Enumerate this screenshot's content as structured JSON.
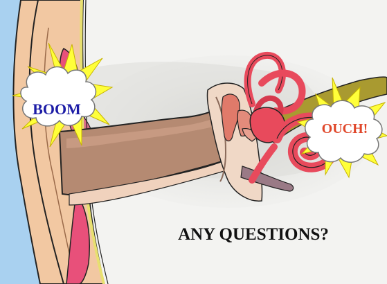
{
  "illustration": {
    "subject": "ear-anatomy-cartoon",
    "exclamation_left": "BOOM",
    "exclamation_right": "OUCH!",
    "caption": "ANY QUESTIONS?"
  },
  "colors": {
    "background": "#f3f3f1",
    "skin_edge": "#a9d1f0",
    "ear_skin": "#f2c8a2",
    "inner_red": "#e8507a",
    "canal": "#b58a72",
    "cochlea": "#e84a5c",
    "nerve": "#a99a30",
    "boom_text": "#1c1ca6",
    "ouch_text": "#e0472a",
    "burst_yellow": "#ffff3a",
    "caption_text": "#111111"
  }
}
